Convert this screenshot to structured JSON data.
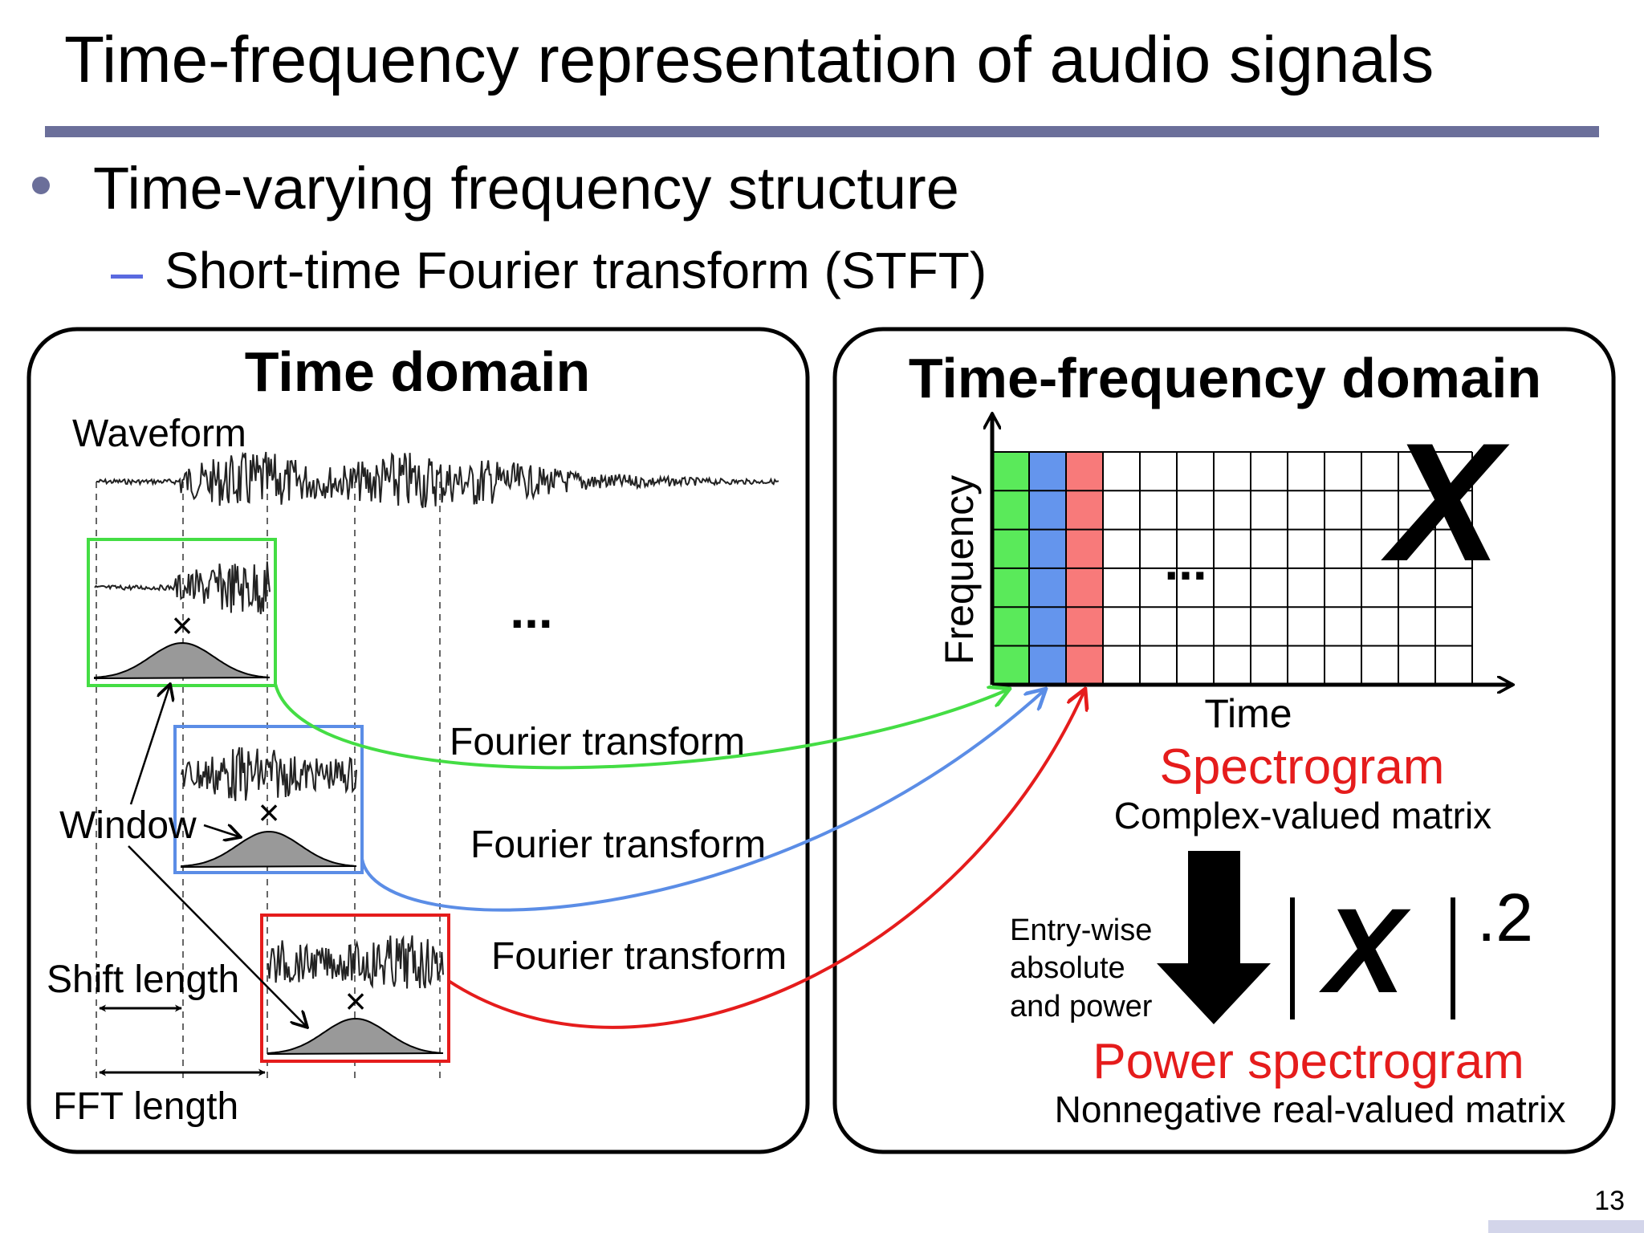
{
  "slide": {
    "title": "Time-frequency representation of audio signals",
    "bullet": "Time-varying frequency structure",
    "sub_bullet": "Short-time Fourier transform (STFT)",
    "page_number": "13"
  },
  "time_domain": {
    "heading": "Time domain",
    "waveform_label": "Waveform",
    "window_label": "Window",
    "shift_length_label": "Shift length",
    "fft_length_label": "FFT length",
    "multiply_symbol": "×",
    "ellipsis": "...",
    "fourier_labels": [
      "Fourier transform",
      "Fourier transform",
      "Fourier transform"
    ]
  },
  "tf_domain": {
    "heading": "Time-frequency domain",
    "y_axis_label": "Frequency",
    "x_axis_label": "Time",
    "matrix_symbol": "X",
    "ellipsis": "...",
    "spectrogram_label": "Spectrogram",
    "spectrogram_desc": "Complex-valued matrix",
    "operation_lines": [
      "Entry-wise",
      "absolute",
      "and power"
    ],
    "power_exponent": ".2",
    "power_label": "Power spectrogram",
    "power_desc": "Nonnegative real-valued matrix"
  },
  "colors": {
    "green": "#44dd44",
    "blue": "#5b8de6",
    "red": "#e51c1c",
    "title_rule": "#6b6f9a",
    "accent_red_text": "#e51c1c",
    "frame_fill_green": "#5aea5a",
    "frame_fill_blue": "#6495ed",
    "frame_fill_red": "#f87a7a"
  }
}
